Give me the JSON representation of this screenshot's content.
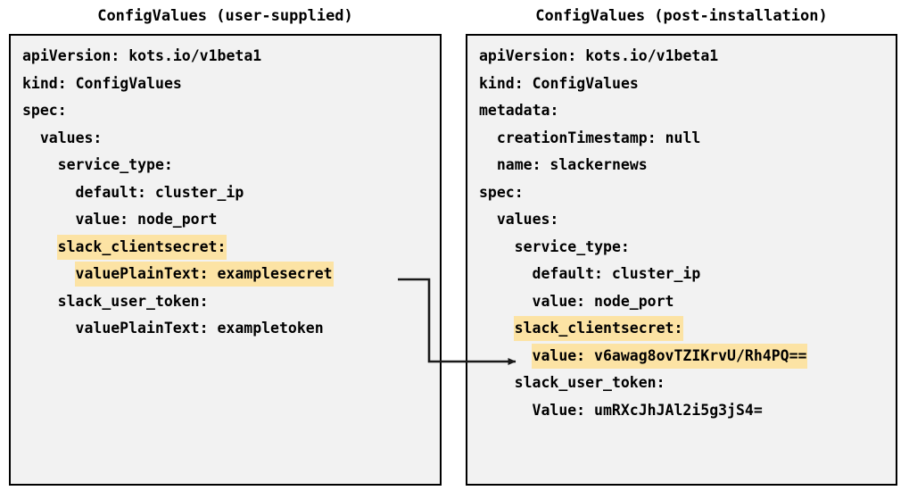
{
  "panels": {
    "left": {
      "title": "ConfigValues (user-supplied)",
      "lines": [
        {
          "text": "apiVersion: kots.io/v1beta1",
          "indent": 0,
          "highlight": false
        },
        {
          "text": "kind: ConfigValues",
          "indent": 0,
          "highlight": false
        },
        {
          "text": "spec:",
          "indent": 0,
          "highlight": false
        },
        {
          "text": "values:",
          "indent": 1,
          "highlight": false
        },
        {
          "text": "service_type:",
          "indent": 2,
          "highlight": false
        },
        {
          "text": "default: cluster_ip",
          "indent": 3,
          "highlight": false
        },
        {
          "text": "value: node_port",
          "indent": 3,
          "highlight": false
        },
        {
          "text": "slack_clientsecret:",
          "indent": 2,
          "highlight": true
        },
        {
          "text": "valuePlainText: examplesecret",
          "indent": 3,
          "highlight": true
        },
        {
          "text": "slack_user_token:",
          "indent": 2,
          "highlight": false
        },
        {
          "text": "valuePlainText: exampletoken",
          "indent": 3,
          "highlight": false
        }
      ]
    },
    "right": {
      "title": "ConfigValues (post-installation)",
      "lines": [
        {
          "text": "apiVersion: kots.io/v1beta1",
          "indent": 0,
          "highlight": false
        },
        {
          "text": "kind: ConfigValues",
          "indent": 0,
          "highlight": false
        },
        {
          "text": "metadata:",
          "indent": 0,
          "highlight": false
        },
        {
          "text": "creationTimestamp: null",
          "indent": 1,
          "highlight": false
        },
        {
          "text": "name: slackernews",
          "indent": 1,
          "highlight": false
        },
        {
          "text": "spec:",
          "indent": 0,
          "highlight": false
        },
        {
          "text": "values:",
          "indent": 1,
          "highlight": false
        },
        {
          "text": "service_type:",
          "indent": 2,
          "highlight": false
        },
        {
          "text": "default: cluster_ip",
          "indent": 3,
          "highlight": false
        },
        {
          "text": "value: node_port",
          "indent": 3,
          "highlight": false
        },
        {
          "text": "slack_clientsecret:",
          "indent": 2,
          "highlight": true
        },
        {
          "text": "value: v6awag8ovTZIKrvU/Rh4PQ==",
          "indent": 3,
          "highlight": true
        },
        {
          "text": "slack_user_token:",
          "indent": 2,
          "highlight": false
        },
        {
          "text": "Value: umRXcJhJAl2i5g3jS4=",
          "indent": 3,
          "highlight": false
        }
      ]
    }
  },
  "connector": {
    "label": "encrypted-value-mapping-arrow",
    "from_line": "valuePlainText: examplesecret",
    "to_line": "value: v6awag8ovTZIKrvU/Rh4PQ=="
  },
  "colors": {
    "highlight": "#FCE3A4",
    "panel_background": "#F2F2F2",
    "border": "#000000",
    "text": "#000000"
  }
}
